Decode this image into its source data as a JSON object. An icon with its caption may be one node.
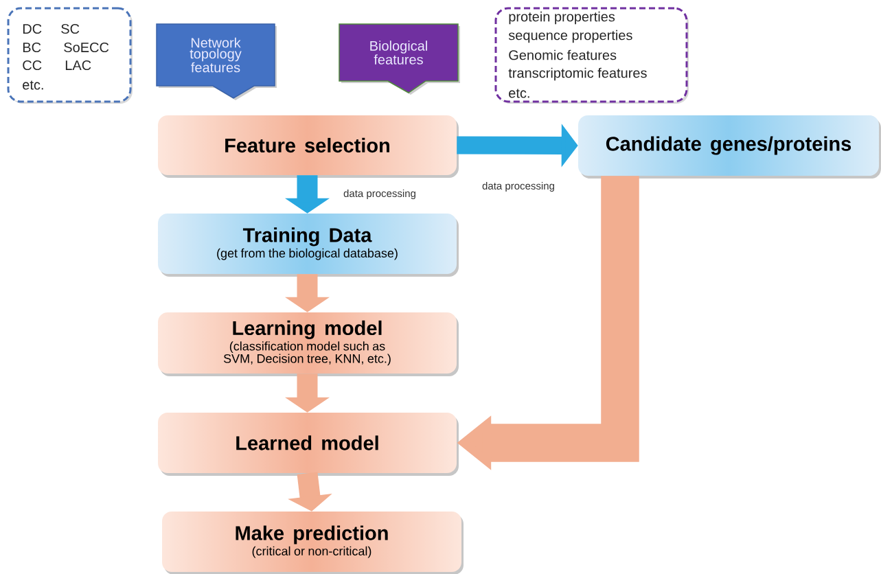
{
  "diagram": {
    "nodes": [
      {
        "text": [
          "DC",
          "SC",
          "BC",
          "SoECC",
          "CC",
          "LAC",
          "etc."
        ]
      },
      {
        "text": [
          "Network topology features"
        ]
      },
      {
        "text": [
          "Biological features"
        ]
      },
      {
        "text": [
          "protein properties",
          "sequence properties",
          "Genomic features",
          "transcriptomic features",
          "etc."
        ]
      },
      {
        "text": [
          "Feature selection"
        ]
      },
      {
        "text": [
          "Candidate genes/proteins"
        ]
      },
      {
        "text": [
          "Training Data",
          "(get from the biological database)"
        ]
      },
      {
        "text": [
          "Learning model",
          "(classification model such as SVM, Decision tree, KNN, etc.)"
        ]
      },
      {
        "text": [
          "Learned model"
        ]
      },
      {
        "text": [
          "Make prediction",
          "(critical or non-critical)"
        ]
      }
    ],
    "edges": [
      {
        "from": 4,
        "to": 5,
        "arrow": "to",
        "label": "data processing",
        "color": "#29a8e0"
      },
      {
        "from": 4,
        "to": 6,
        "arrow": "to",
        "label": "data processing",
        "color": "#29a8e0"
      },
      {
        "from": 6,
        "to": 7,
        "arrow": "to"
      },
      {
        "from": 7,
        "to": 8,
        "arrow": "to"
      },
      {
        "from": 8,
        "to": 9,
        "arrow": "to"
      },
      {
        "from": 5,
        "to": 8,
        "arrow": "to",
        "style": "thick"
      }
    ]
  }
}
